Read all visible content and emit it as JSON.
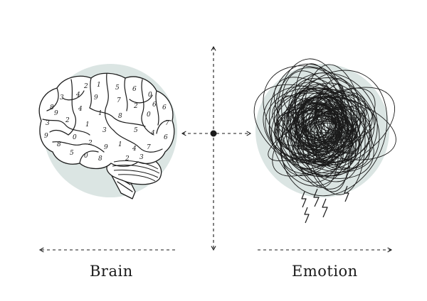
{
  "labels": {
    "left": "Brain",
    "right": "Emotion"
  },
  "brain_digits": [
    "2",
    "1",
    "3",
    "4",
    "5",
    "6",
    "0",
    "8",
    "9",
    "7",
    "2",
    "6",
    "4",
    "1",
    "3",
    "0",
    "8",
    "2",
    "7",
    "9",
    "1",
    "5",
    "3",
    "4",
    "8",
    "0",
    "6",
    "2",
    "9",
    "1",
    "4",
    "7",
    "5",
    "0",
    "8",
    "2",
    "3",
    "9",
    "6"
  ],
  "colors": {
    "circle_fill": "#dbe5e3",
    "ink": "#1a1a1a",
    "paper": "#ffffff"
  },
  "icons": {
    "center": "bidirectional-arrow-axis-icon",
    "left_figure": "brain-with-numbers-icon",
    "right_figure": "tangled-scribble-storm-icon"
  }
}
